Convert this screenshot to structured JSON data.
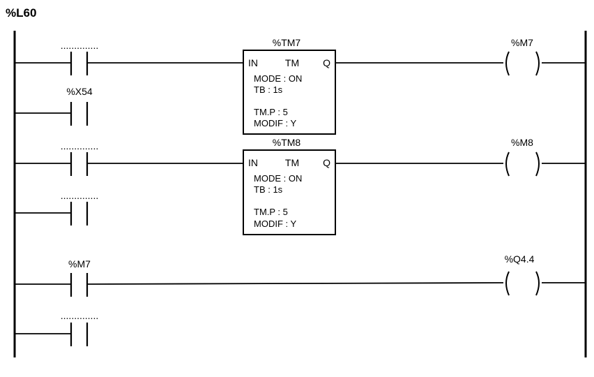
{
  "network_label": "%L60",
  "rungs": [
    {
      "contacts": [
        "..............",
        "%X54"
      ],
      "block": {
        "name": "%TM7",
        "in_label": "IN",
        "type_label": "TM",
        "out_label": "Q",
        "mode": "MODE : ON",
        "tb": "TB : 1s",
        "tmp": "TM.P : 5",
        "modif": "MODIF : Y"
      },
      "coil": "%M7"
    },
    {
      "contacts": [
        "..............",
        ".............."
      ],
      "block": {
        "name": "%TM8",
        "in_label": "IN",
        "type_label": "TM",
        "out_label": "Q",
        "mode": "MODE : ON",
        "tb": "TB : 1s",
        "tmp": "TM.P : 5",
        "modif": "MODIF : Y"
      },
      "coil": "%M8"
    },
    {
      "contacts": [
        "%M7",
        ".............."
      ],
      "coil": "%Q4.4"
    }
  ]
}
